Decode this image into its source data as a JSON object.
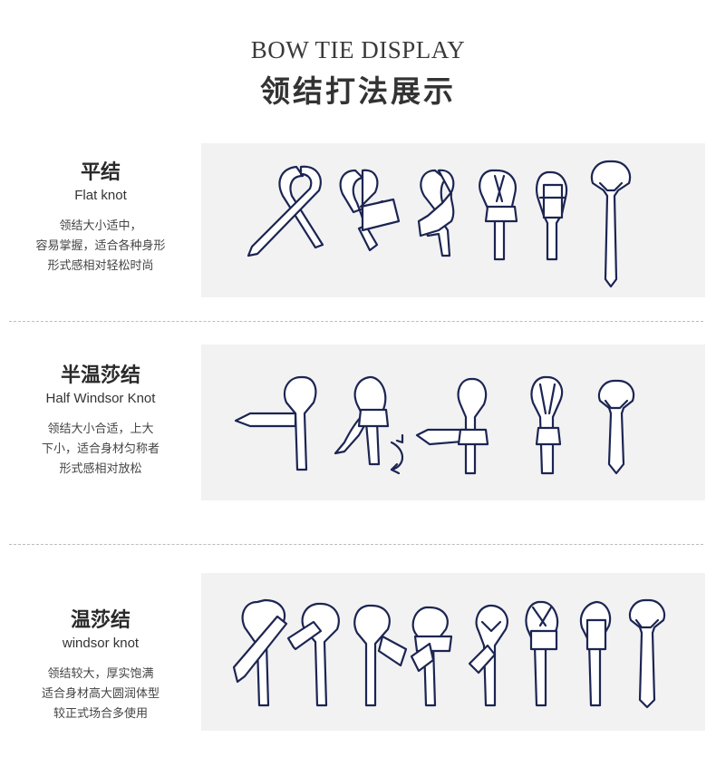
{
  "header": {
    "title_en": "BOW TIE DISPLAY",
    "title_cn": "领结打法展示"
  },
  "sections": [
    {
      "name_cn": "平结",
      "name_en": "Flat knot",
      "desc_lines": [
        "领结大小适中，",
        "容易掌握，适合各种身形",
        "形式感相对轻松时尚"
      ],
      "steps": 6
    },
    {
      "name_cn": "半温莎结",
      "name_en": "Half Windsor Knot",
      "desc_lines": [
        "领结大小合适，上大",
        "下小，适合身材匀称者",
        "形式感相对放松"
      ],
      "steps": 5
    },
    {
      "name_cn": "温莎结",
      "name_en": "windsor knot",
      "desc_lines": [
        "领结较大，厚实饱满",
        "适合身材高大圆润体型",
        "较正式场合多使用"
      ],
      "steps": 8
    }
  ],
  "colors": {
    "tie_outline": "#1c2552",
    "panel_bg": "#f2f2f2",
    "divider": "#bcbcbc"
  }
}
